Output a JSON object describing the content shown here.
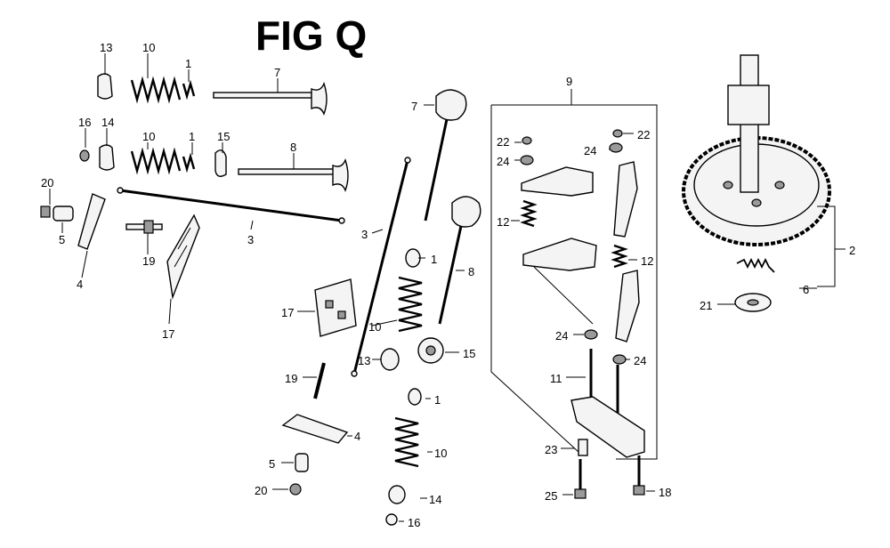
{
  "title": "FIG Q",
  "callouts": {
    "c13a": "13",
    "c10a": "10",
    "c1a": "1",
    "c7a": "7",
    "c16a": "16",
    "c14a": "14",
    "c10b": "10",
    "c1b": "1",
    "c15a": "15",
    "c8a": "8",
    "c20a": "20",
    "c5a": "5",
    "c4a": "4",
    "c19a": "19",
    "c17a": "17",
    "c3a": "3",
    "c3b": "3",
    "c7b": "7",
    "c8b": "8",
    "c1c": "1",
    "c17b": "17",
    "c10c": "10",
    "c13b": "13",
    "c15b": "15",
    "c19b": "19",
    "c4b": "4",
    "c5b": "5",
    "c20b": "20",
    "c1d": "1",
    "c10d": "10",
    "c14b": "14",
    "c16b": "16",
    "c9": "9",
    "c22a": "22",
    "c24a": "24",
    "c22b": "22",
    "c24b": "24",
    "c12a": "12",
    "c12b": "12",
    "c24c": "24",
    "c24d": "24",
    "c11": "11",
    "c23": "23",
    "c25": "25",
    "c18": "18",
    "c2": "2",
    "c6": "6",
    "c21": "21"
  }
}
